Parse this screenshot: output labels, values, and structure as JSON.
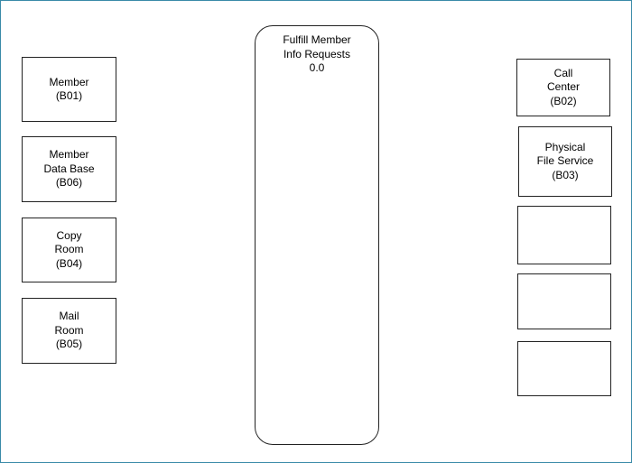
{
  "left_boxes": [
    {
      "lines": [
        "Member",
        "(B01)"
      ]
    },
    {
      "lines": [
        "Member",
        "Data Base",
        "(B06)"
      ]
    },
    {
      "lines": [
        "Copy",
        "Room",
        "(B04)"
      ]
    },
    {
      "lines": [
        "Mail",
        "Room",
        "(B05)"
      ]
    }
  ],
  "process": {
    "lines": [
      "Fulfill Member",
      "Info Requests",
      "0.0"
    ]
  },
  "right_boxes": [
    {
      "lines": [
        "Call",
        "Center",
        "(B02)"
      ]
    },
    {
      "lines": [
        "Physical",
        "File Service",
        "(B03)"
      ]
    },
    {
      "lines": []
    },
    {
      "lines": []
    },
    {
      "lines": []
    }
  ]
}
